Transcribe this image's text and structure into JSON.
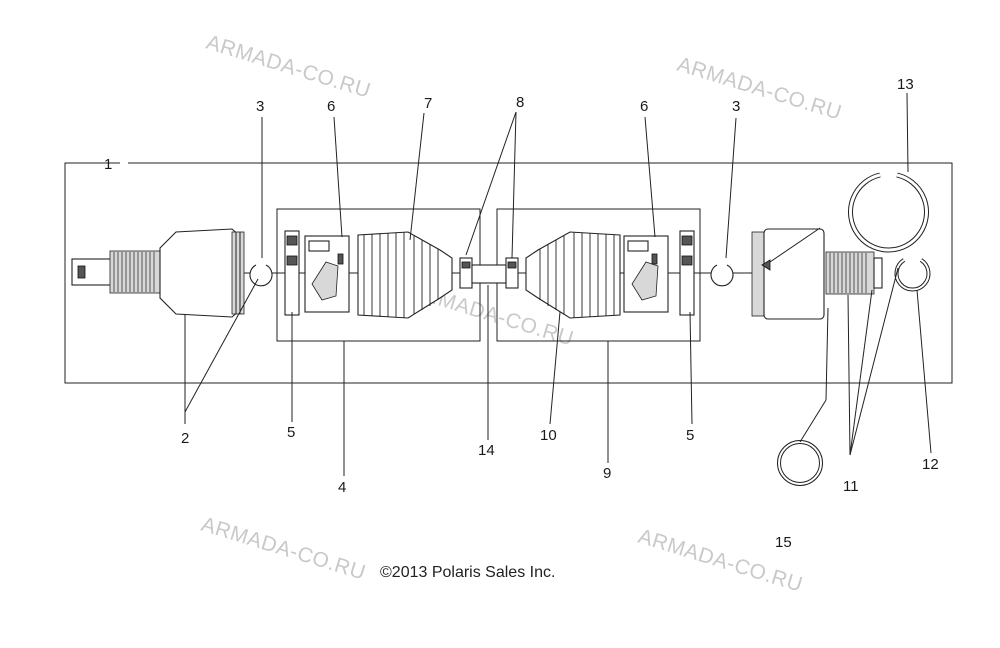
{
  "watermark": "ARMADA-CO.RU",
  "copyright": "©2013 Polaris Sales Inc.",
  "callouts": [
    "1",
    "2",
    "3",
    "3",
    "4",
    "5",
    "5",
    "6",
    "6",
    "7",
    "8",
    "9",
    "10",
    "11",
    "12",
    "13",
    "14",
    "15"
  ]
}
